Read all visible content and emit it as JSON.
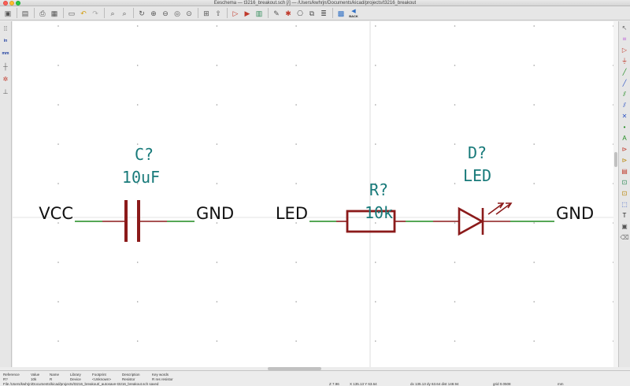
{
  "window": {
    "title": "Eeschema — t3216_breakout.sch [/] — /Users/kwhrjn/Documents/kicad/projects/t3216_breakout"
  },
  "toolbar": {
    "back_label": "BACK"
  },
  "left_toolbar": {
    "units_in": "in",
    "units_mm": "mm"
  },
  "schematic": {
    "capacitor": {
      "reference": "C?",
      "value": "10uF",
      "left_net": "VCC",
      "right_net": "GND"
    },
    "resistor": {
      "reference": "R?",
      "value": "10k",
      "left_net": "LED"
    },
    "led": {
      "reference": "D?",
      "value": "LED",
      "right_net": "GND"
    }
  },
  "status": {
    "headers": [
      "Reference",
      "Value",
      "Name",
      "Library",
      "Footprint",
      "Description",
      "Key words"
    ],
    "values": [
      "R?",
      "10k",
      "R",
      "Device",
      "<Unknown>",
      "Resistor",
      "R res resistor"
    ],
    "message": "File /Users/kwhrjn/Documents/kicad/projects/t3216_breakout/_autosave-t3216_breakout.sch saved",
    "zoom": "Z 7.96",
    "cursor": "X 135.13  Y 63.64",
    "delta": "dx 135.13  dy 63.64  dist 148.94",
    "grid": "grid 0.0508",
    "units": "mm"
  },
  "colors": {
    "component": "#8b1a1a",
    "wire": "#1e8a1e",
    "reference_text": "#187a7a",
    "net_label": "#111111",
    "background": "#ffffff"
  }
}
